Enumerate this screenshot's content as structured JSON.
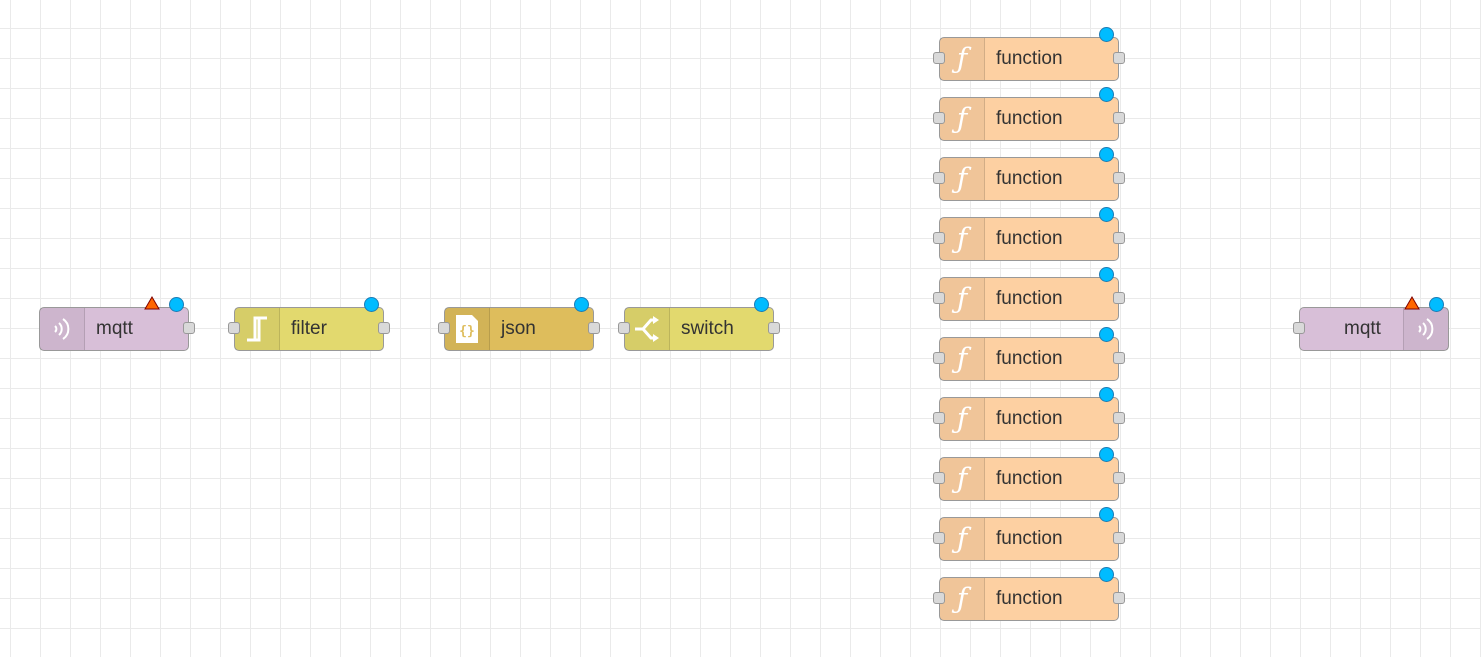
{
  "canvas": {
    "grid_color": "#eaeaea",
    "background": "#ffffff"
  },
  "nodes": {
    "mqtt_in": {
      "label": "mqtt",
      "icon": "bridge-icon",
      "color": "#d8bfd8",
      "deployed_changed": true,
      "warning": true
    },
    "filter": {
      "label": "filter",
      "icon": "filter-icon",
      "color": "#e2d96e",
      "deployed_changed": true
    },
    "json": {
      "label": "json",
      "icon": "json-icon",
      "color": "#debd5c",
      "deployed_changed": true
    },
    "switch": {
      "label": "switch",
      "icon": "switch-icon",
      "color": "#e2d96e",
      "deployed_changed": true
    },
    "functions": [
      {
        "label": "function",
        "icon": "function-icon",
        "color": "#fdd0a2",
        "deployed_changed": true
      },
      {
        "label": "function",
        "icon": "function-icon",
        "color": "#fdd0a2",
        "deployed_changed": true
      },
      {
        "label": "function",
        "icon": "function-icon",
        "color": "#fdd0a2",
        "deployed_changed": true
      },
      {
        "label": "function",
        "icon": "function-icon",
        "color": "#fdd0a2",
        "deployed_changed": true
      },
      {
        "label": "function",
        "icon": "function-icon",
        "color": "#fdd0a2",
        "deployed_changed": true
      },
      {
        "label": "function",
        "icon": "function-icon",
        "color": "#fdd0a2",
        "deployed_changed": true
      },
      {
        "label": "function",
        "icon": "function-icon",
        "color": "#fdd0a2",
        "deployed_changed": true
      },
      {
        "label": "function",
        "icon": "function-icon",
        "color": "#fdd0a2",
        "deployed_changed": true
      },
      {
        "label": "function",
        "icon": "function-icon",
        "color": "#fdd0a2",
        "deployed_changed": true
      },
      {
        "label": "function",
        "icon": "function-icon",
        "color": "#fdd0a2",
        "deployed_changed": true
      }
    ],
    "mqtt_out": {
      "label": "mqtt",
      "icon": "bridge-icon",
      "color": "#d8bfd8",
      "deployed_changed": true,
      "warning": true
    }
  },
  "status_colors": {
    "changed_indicator": "#00bcff",
    "warning": "#ff6600"
  }
}
